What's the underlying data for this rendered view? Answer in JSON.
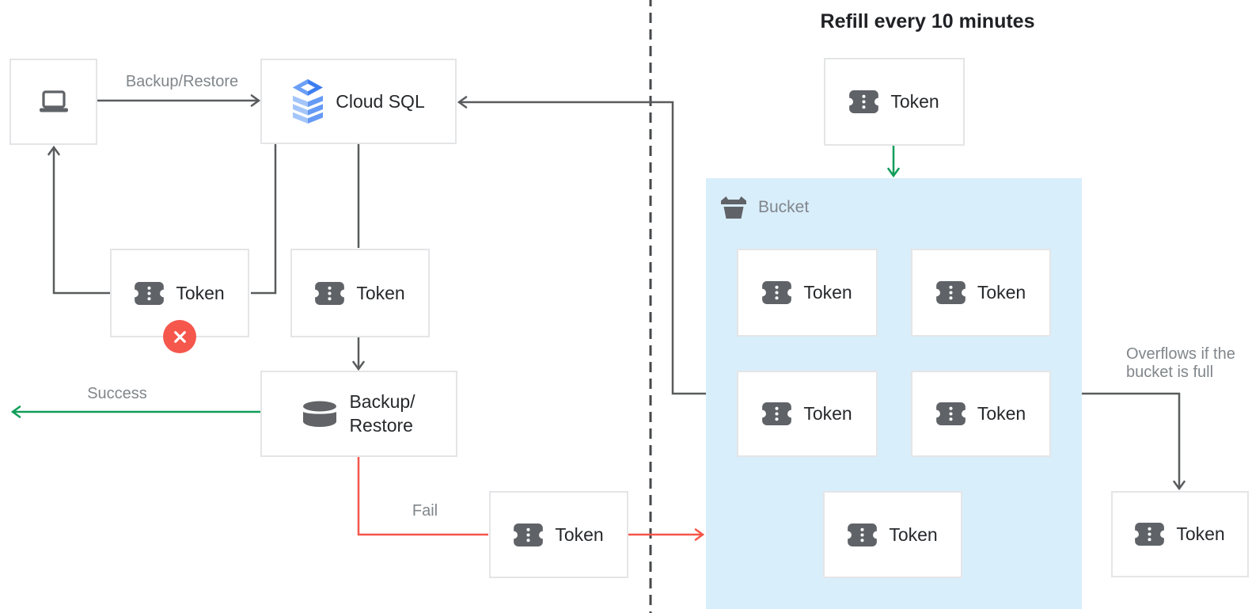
{
  "diagram": {
    "title": "Refill every 10 minutes",
    "nodes": {
      "cloud_sql": "Cloud SQL",
      "backup_restore": "Backup/\nRestore",
      "token": "Token",
      "bucket": "Bucket"
    },
    "edge_labels": {
      "backup_restore": "Backup/Restore",
      "success": "Success",
      "fail": "Fail",
      "overflow": "Overflows if the\nbucket is full"
    },
    "icons": [
      "laptop-icon",
      "cloud-sql-icon",
      "token-icon",
      "database-icon",
      "bucket-icon",
      "error-x-icon"
    ],
    "colors": {
      "success_green": "#0f9d58",
      "fail_red": "#f4564a",
      "bucket_fill": "#d9eefb",
      "connector_gray": "#595b5d",
      "divider_gray": "#47484a",
      "label_gray": "#80868b",
      "icon_gray": "#5f6368",
      "node_border": "#e4e5e7",
      "badge_red": "#f5574d",
      "text_dark": "#26282b"
    }
  }
}
